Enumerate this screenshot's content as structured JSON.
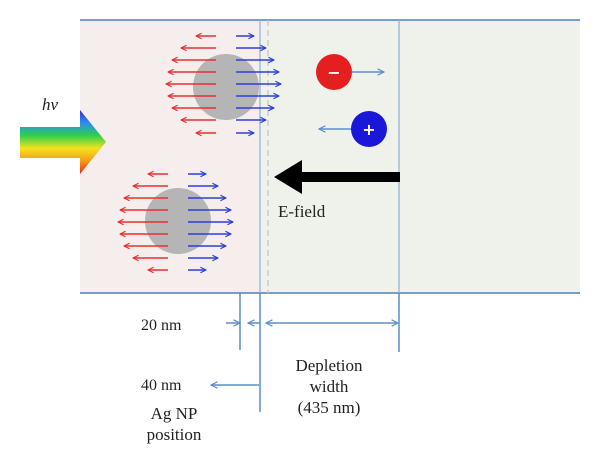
{
  "labels": {
    "light": "hν",
    "efield": "E-field",
    "dim_20": "20 nm",
    "dim_40": "40 nm",
    "depletion_line1": "Depletion",
    "depletion_line2": "width",
    "depletion_line3": "(435 nm)",
    "np_line1": "Ag NP",
    "np_line2": "position",
    "electron_sign": "−",
    "hole_sign": "+"
  },
  "colors": {
    "semiconductor_fill": "#f6eded",
    "depletion_fill": "#eef2ea",
    "boundary_line": "#4f7fbf",
    "dimension_line": "#5b8fc7",
    "nanoparticle": "#b5b5b5",
    "field_arrow_left": "#e83030",
    "field_arrow_right": "#2b3fd8",
    "electron": "#e51f1f",
    "hole": "#1a17d9",
    "efield_arrow": "#000000"
  },
  "icons": {
    "light_arrow": "rainbow-arrow-icon",
    "efield_arrow": "thick-left-arrow-icon"
  }
}
